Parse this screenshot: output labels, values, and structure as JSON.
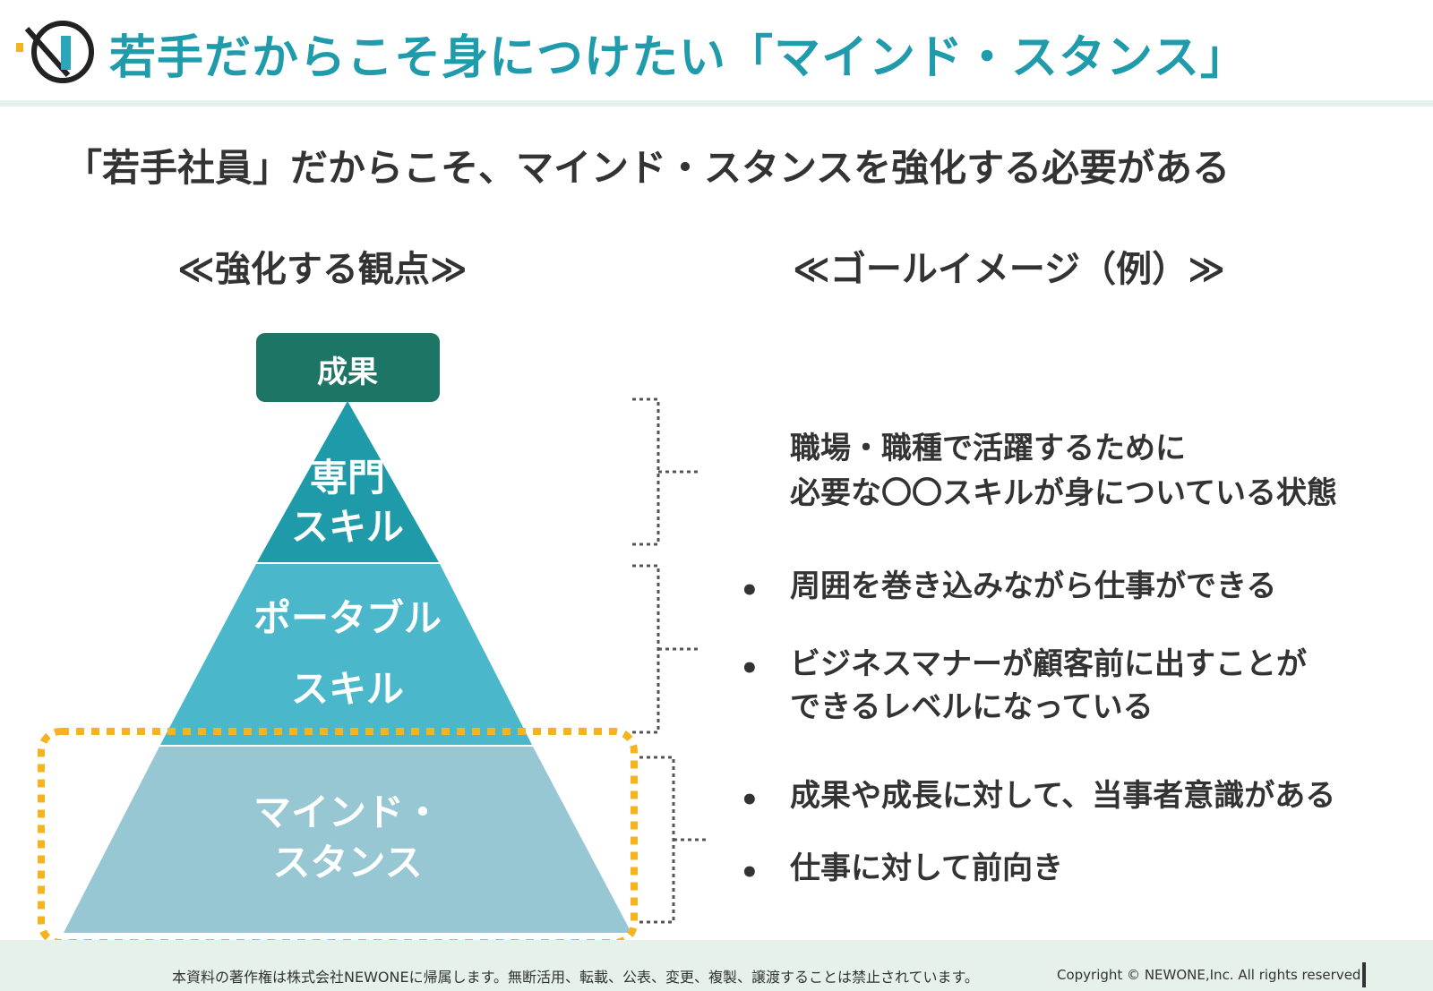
{
  "header": {
    "title": "若手だからこそ身につけたい「マインド・スタンス」",
    "accent_color": "#1f9bab"
  },
  "subtitle": "「若手社員」だからこそ、マインド・スタンスを強化する必要がある",
  "left_heading": "≪強化する観点≫",
  "right_heading": "≪ゴールイメージ（例）≫",
  "pyramid": {
    "top_box": "成果",
    "levels": [
      {
        "line1": "専門",
        "line2": "スキル",
        "color": "#1e9aa8"
      },
      {
        "line1": "ポータブル",
        "line2": "スキル",
        "color": "#4ab7cb"
      },
      {
        "line1": "マインド・",
        "line2": "スタンス",
        "color": "#98c7d4"
      }
    ],
    "top_box_color": "#1d7566",
    "highlight_color": "#f5b41f"
  },
  "goals": {
    "specialized": {
      "line1": "職場・職種で活躍するために",
      "line2": "必要な〇〇スキルが身についている状態"
    },
    "portable": [
      {
        "text": "周囲を巻き込みながら仕事ができる"
      },
      {
        "line1": "ビジネスマナーが顧客前に出すことが",
        "line2": "できるレベルになっている"
      }
    ],
    "mind": [
      {
        "text": "成果や成長に対して、当事者意識がある"
      },
      {
        "text": "仕事に対して前向き"
      }
    ],
    "bullet_char": "•"
  },
  "footer": {
    "notice": "本資料の著作権は株式会社NEWONEに帰属します。無断活用、転載、公表、変更、複製、譲渡することは禁止されています。",
    "copyright": "Copyright © NEWONE,Inc. All rights reserved."
  }
}
